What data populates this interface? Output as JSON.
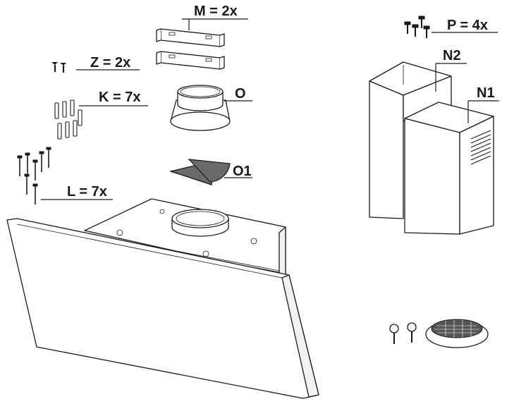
{
  "parts": {
    "m": {
      "label": "M = 2x"
    },
    "z": {
      "label": "Z = 2x"
    },
    "k": {
      "label": "K = 7x"
    },
    "l": {
      "label": "L = 7x"
    },
    "o": {
      "label": "O"
    },
    "o1": {
      "label": "O1"
    },
    "p": {
      "label": "P = 4x"
    },
    "n1": {
      "label": "N1"
    },
    "n2": {
      "label": "N2"
    }
  }
}
